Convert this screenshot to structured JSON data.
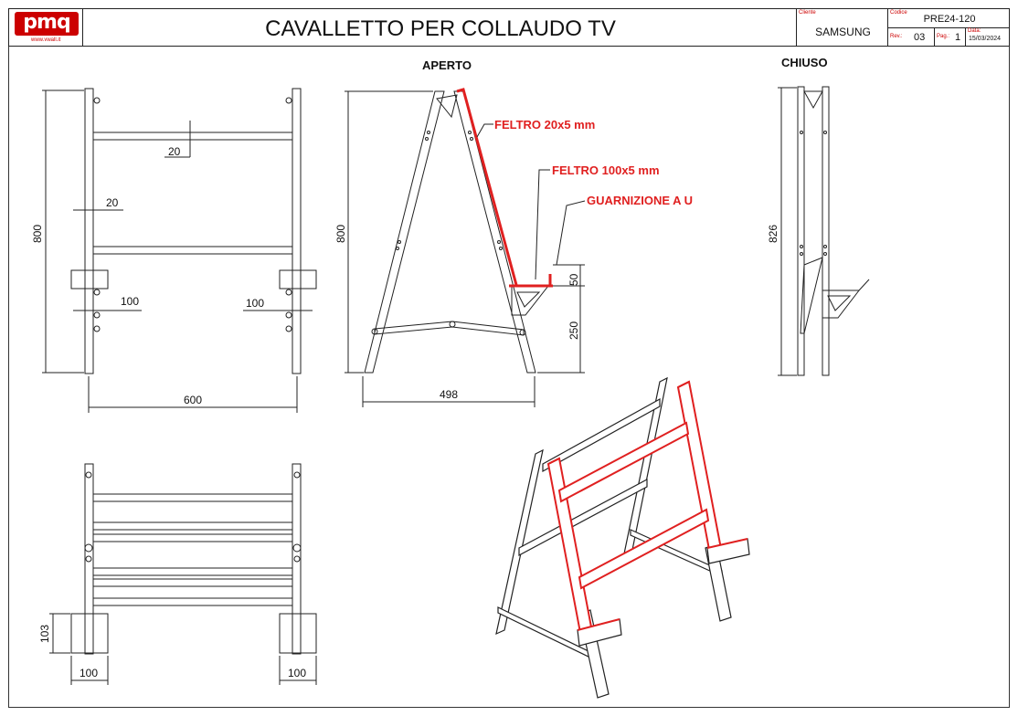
{
  "title_block": {
    "logo_text": "pmq",
    "logo_url": "www.vwall.it",
    "title": "CAVALLETTO PER COLLAUDO TV",
    "cliente_label": "Cliente",
    "cliente_value": "SAMSUNG",
    "codice_label": "Codice",
    "codice_value": "PRE24-120",
    "rev_label": "Rev.:",
    "rev_value": "03",
    "pag_label": "Pag.:",
    "pag_value": "1",
    "data_label": "Data:",
    "data_value": "15/03/2024"
  },
  "views": {
    "aperto_label": "APERTO",
    "chiuso_label": "CHIUSO"
  },
  "annotations": {
    "feltro_20": "FELTRO 20x5 mm",
    "feltro_100": "FELTRO 100x5 mm",
    "guarnizione": "GUARNIZIONE A U"
  },
  "dimensions": {
    "front_height": "800",
    "front_bar": "20",
    "front_upright": "20",
    "front_foot_left": "100",
    "front_foot_right": "100",
    "front_width": "600",
    "side_height": "800",
    "side_width": "498",
    "side_50": "50",
    "side_250": "250",
    "closed_height": "826",
    "bottom_103": "103",
    "bottom_foot_left": "100",
    "bottom_foot_right": "100"
  },
  "colors": {
    "line": "#222222",
    "accent_red": "#e02020",
    "logo_red": "#cc0000"
  }
}
